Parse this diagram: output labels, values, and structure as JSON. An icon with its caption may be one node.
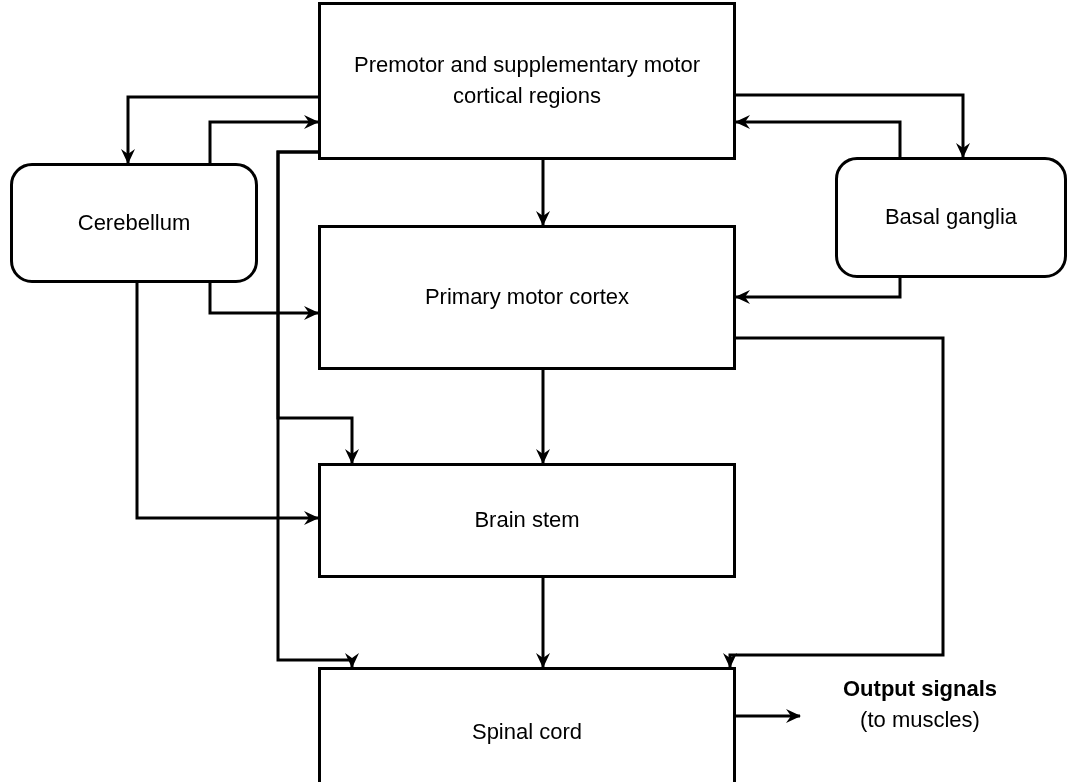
{
  "diagram": {
    "nodes": [
      {
        "text": [
          "Premotor and supplementary motor cortical regions"
        ]
      },
      {
        "text": [
          "Cerebellum"
        ]
      },
      {
        "text": [
          "Basal ganglia"
        ]
      },
      {
        "text": [
          "Primary motor cortex"
        ]
      },
      {
        "text": [
          "Brain stem"
        ]
      },
      {
        "text": [
          "Spinal cord"
        ]
      },
      {
        "text": [
          "Output signals",
          "(to muscles)"
        ]
      }
    ],
    "edges": [
      {
        "from": 0,
        "to": 1,
        "arrow": "to"
      },
      {
        "from": 1,
        "to": 0,
        "arrow": "to"
      },
      {
        "from": 0,
        "to": 4,
        "arrow": "to"
      },
      {
        "from": 0,
        "to": 5,
        "arrow": "to"
      },
      {
        "from": 0,
        "to": 3,
        "arrow": "to"
      },
      {
        "from": 0,
        "to": 2,
        "arrow": "to"
      },
      {
        "from": 2,
        "to": 0,
        "arrow": "to"
      },
      {
        "from": 1,
        "to": 3,
        "arrow": "to"
      },
      {
        "from": 2,
        "to": 3,
        "arrow": "to"
      },
      {
        "from": 1,
        "to": 4,
        "arrow": "to"
      },
      {
        "from": 3,
        "to": 4,
        "arrow": "to"
      },
      {
        "from": 3,
        "to": 5,
        "arrow": "to"
      },
      {
        "from": 4,
        "to": 5,
        "arrow": "to"
      },
      {
        "from": 5,
        "to": 6,
        "arrow": "to"
      }
    ]
  }
}
